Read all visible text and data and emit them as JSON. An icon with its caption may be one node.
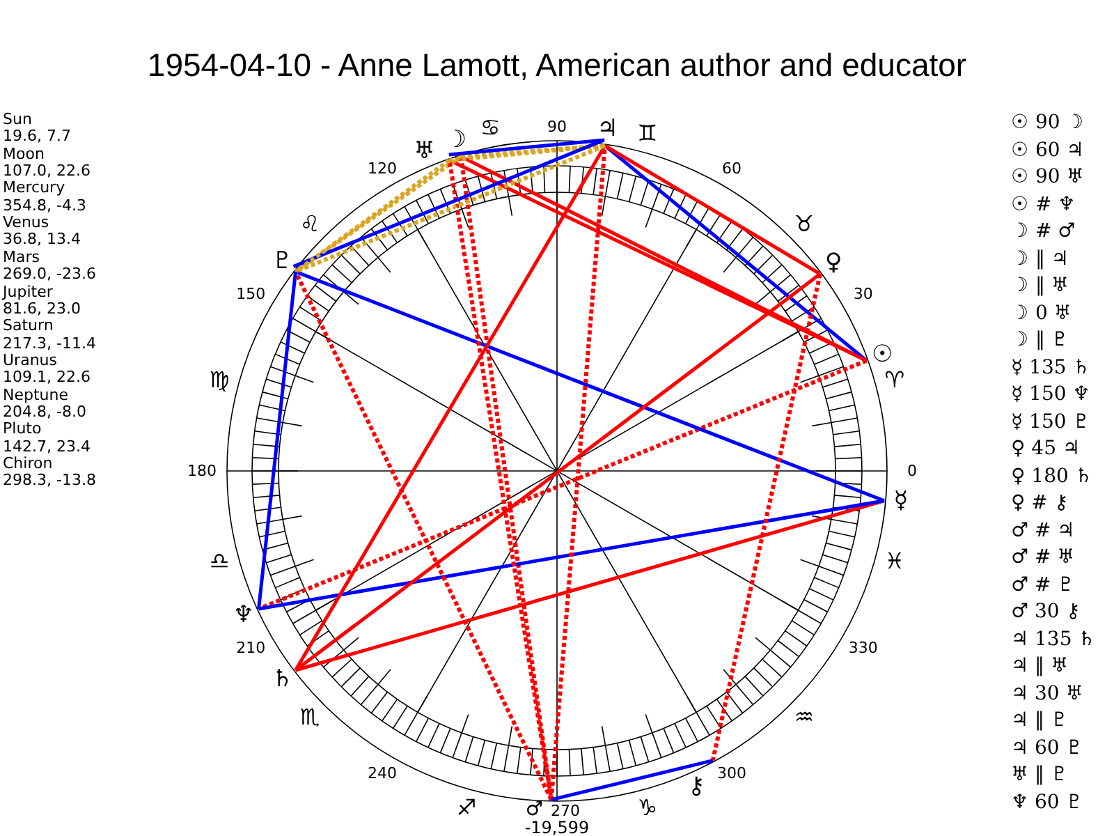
{
  "diagram": {
    "title": "1954-04-10 - Anne Lamott, American author and educator",
    "nodes": [
      {
        "text": [
          "☉"
        ]
      },
      {
        "text": [
          "☽"
        ]
      },
      {
        "text": [
          "☿"
        ]
      },
      {
        "text": [
          "♀"
        ]
      },
      {
        "text": [
          "♂"
        ]
      },
      {
        "text": [
          "♃"
        ]
      },
      {
        "text": [
          "♄"
        ]
      },
      {
        "text": [
          "♅"
        ]
      },
      {
        "text": [
          "♆"
        ]
      },
      {
        "text": [
          "♇"
        ]
      },
      {
        "text": [
          "⚷"
        ]
      }
    ],
    "edges": [
      {
        "from": 0,
        "to": 1,
        "arrow": "none"
      },
      {
        "from": 0,
        "to": 5,
        "arrow": "none",
        "color": "#0000ff"
      },
      {
        "from": 0,
        "to": 7,
        "arrow": "none"
      },
      {
        "from": 0,
        "to": 8,
        "arrow": "none",
        "style": "dashed"
      },
      {
        "from": 1,
        "to": 4,
        "arrow": "none",
        "style": "dashed"
      },
      {
        "from": 1,
        "to": 5,
        "arrow": "none",
        "style": "dashed",
        "color": "#daa520"
      },
      {
        "from": 1,
        "to": 9,
        "arrow": "none",
        "style": "dashed",
        "color": "#daa520"
      },
      {
        "from": 2,
        "to": 6,
        "arrow": "none"
      },
      {
        "from": 2,
        "to": 8,
        "arrow": "none",
        "color": "#0000ff"
      },
      {
        "from": 2,
        "to": 9,
        "arrow": "none",
        "color": "#0000ff"
      },
      {
        "from": 3,
        "to": 5,
        "arrow": "none"
      },
      {
        "from": 3,
        "to": 6,
        "arrow": "none"
      },
      {
        "from": 3,
        "to": 10,
        "arrow": "none",
        "style": "dashed"
      },
      {
        "from": 4,
        "to": 5,
        "arrow": "none",
        "style": "dashed"
      },
      {
        "from": 4,
        "to": 7,
        "arrow": "none",
        "style": "dashed"
      },
      {
        "from": 4,
        "to": 9,
        "arrow": "none",
        "style": "dashed"
      },
      {
        "from": 4,
        "to": 10,
        "arrow": "none",
        "color": "#0000ff"
      },
      {
        "from": 5,
        "to": 6,
        "arrow": "none"
      },
      {
        "from": 5,
        "to": 7,
        "arrow": "none",
        "style": "dashed",
        "color": "#daa520"
      },
      {
        "from": 5,
        "to": 7,
        "arrow": "none",
        "color": "#0000ff"
      },
      {
        "from": 5,
        "to": 9,
        "arrow": "none",
        "style": "dashed",
        "color": "#daa520"
      },
      {
        "from": 5,
        "to": 9,
        "arrow": "none",
        "color": "#0000ff"
      },
      {
        "from": 7,
        "to": 9,
        "arrow": "none",
        "style": "dashed",
        "color": "#daa520"
      },
      {
        "from": 8,
        "to": 9,
        "arrow": "none",
        "color": "#0000ff"
      }
    ],
    "labels": [
      "Sun",
      "19.6, 7.7",
      "Moon",
      "107.0, 22.6",
      "Mercury",
      "354.8, -4.3",
      "Venus",
      "36.8, 13.4",
      "Mars",
      "269.0, -23.6",
      "Jupiter",
      "81.6, 23.0",
      "Saturn",
      "217.3, -11.4",
      "Uranus",
      "109.1, 22.6",
      "Neptune",
      "204.8, -8.0",
      "Pluto",
      "142.7, 23.4",
      "Chiron",
      "298.3, -13.8",
      "0",
      "30",
      "60",
      "90",
      "120",
      "150",
      "180",
      "210",
      "240",
      "270",
      "300",
      "330",
      "♈",
      "♉",
      "♊",
      "♋",
      "♌",
      "♍",
      "♎",
      "♏",
      "♐",
      "♑",
      "♒",
      "♓",
      "☉ 90 ☽",
      "☉ 60 ♃",
      "☉ 90 ♅",
      "☉ # ♆",
      "☽ # ♂",
      "☽ ‖ ♃",
      "☽ ‖ ♅",
      "☽ 0 ♅",
      "☽ ‖ ♇",
      "☿ 135 ♄",
      "☿ 150 ♆",
      "☿ 150 ♇",
      "♀ 45 ♃",
      "♀ 180 ♄",
      "♀ # ⚷",
      "♂ # ♃",
      "♂ # ♅",
      "♂ # ♇",
      "♂ 30 ⚷",
      "♃ 135 ♄",
      "♃ ‖ ♅",
      "♃ 30 ♅",
      "♃ ‖ ♇",
      "♃ 60 ♇",
      "♅ ‖ ♇",
      "♆ 60 ♇",
      "-19,599"
    ]
  }
}
